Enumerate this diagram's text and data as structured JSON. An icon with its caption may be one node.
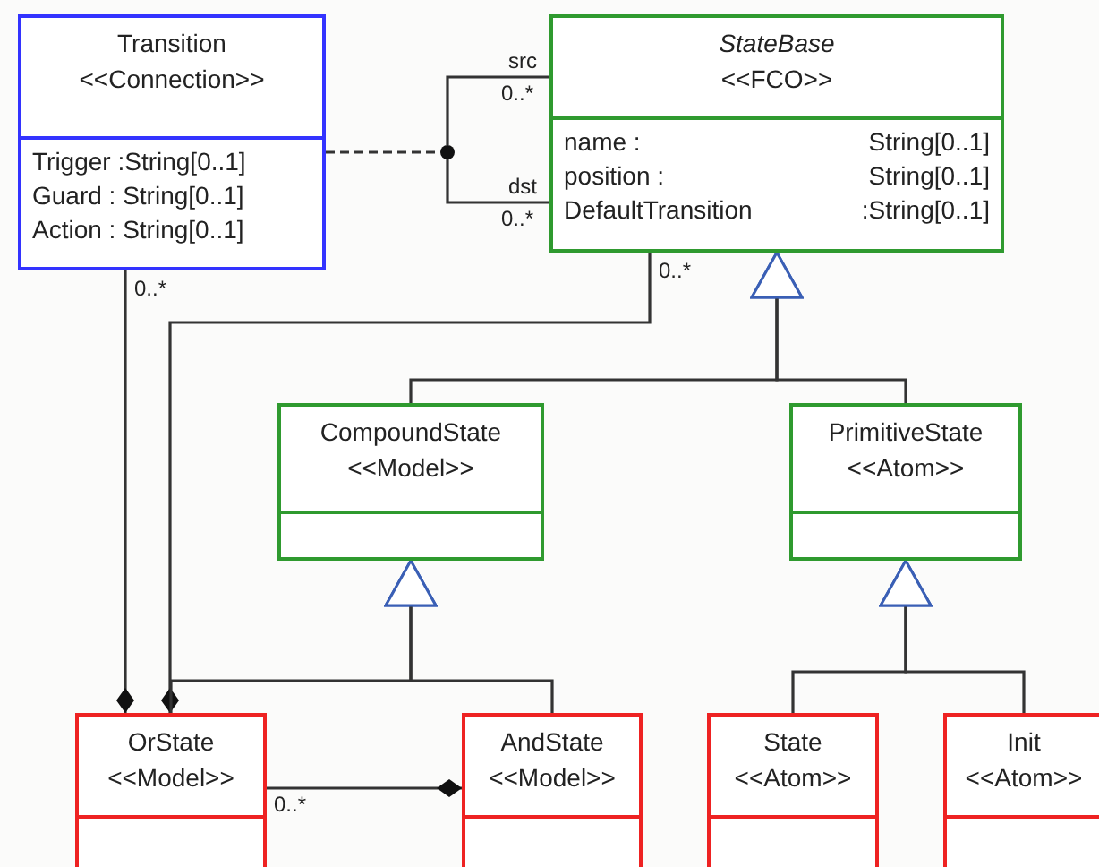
{
  "diagram": {
    "nodes": [
      {
        "text": [
          "Transition",
          "<<Connection>>",
          "Trigger :String[0..1]",
          "Guard : String[0..1]",
          "Action : String[0..1]"
        ]
      },
      {
        "text": [
          "StateBase",
          "<<FCO>>",
          "name :",
          "String[0..1]",
          "position :",
          "String[0..1]",
          "DefaultTransition",
          ":String[0..1]"
        ]
      },
      {
        "text": [
          "CompoundState",
          "<<Model>>"
        ]
      },
      {
        "text": [
          "PrimitiveState",
          "<<Atom>>"
        ]
      },
      {
        "text": [
          "OrState",
          "<<Model>>"
        ]
      },
      {
        "text": [
          "AndState",
          "<<Model>>"
        ]
      },
      {
        "text": [
          "State",
          "<<Atom>>"
        ]
      },
      {
        "text": [
          "Init",
          "<<Atom>>"
        ]
      },
      {
        "text": [],
        "shape": "circle"
      }
    ],
    "edges": [
      {
        "from": 0,
        "to": 8,
        "arrow": "none",
        "style": "dashed"
      },
      {
        "from": 8,
        "to": 1,
        "arrow": "none",
        "label": "src"
      },
      {
        "from": 8,
        "to": 1,
        "arrow": "none",
        "label": "dst"
      },
      {
        "from": 0,
        "to": 4,
        "arrow": "other",
        "label": "0..*"
      },
      {
        "from": 1,
        "to": 4,
        "arrow": "other",
        "label": "0..*"
      },
      {
        "from": 4,
        "to": 5,
        "arrow": "other",
        "label": "0..*"
      },
      {
        "from": 2,
        "to": 1,
        "arrow": "to"
      },
      {
        "from": 3,
        "to": 1,
        "arrow": "to"
      },
      {
        "from": 4,
        "to": 2,
        "arrow": "to"
      },
      {
        "from": 5,
        "to": 2,
        "arrow": "to"
      },
      {
        "from": 6,
        "to": 3,
        "arrow": "to"
      },
      {
        "from": 7,
        "to": 3,
        "arrow": "to"
      }
    ],
    "labels": [
      "0..*",
      "0..*"
    ]
  }
}
